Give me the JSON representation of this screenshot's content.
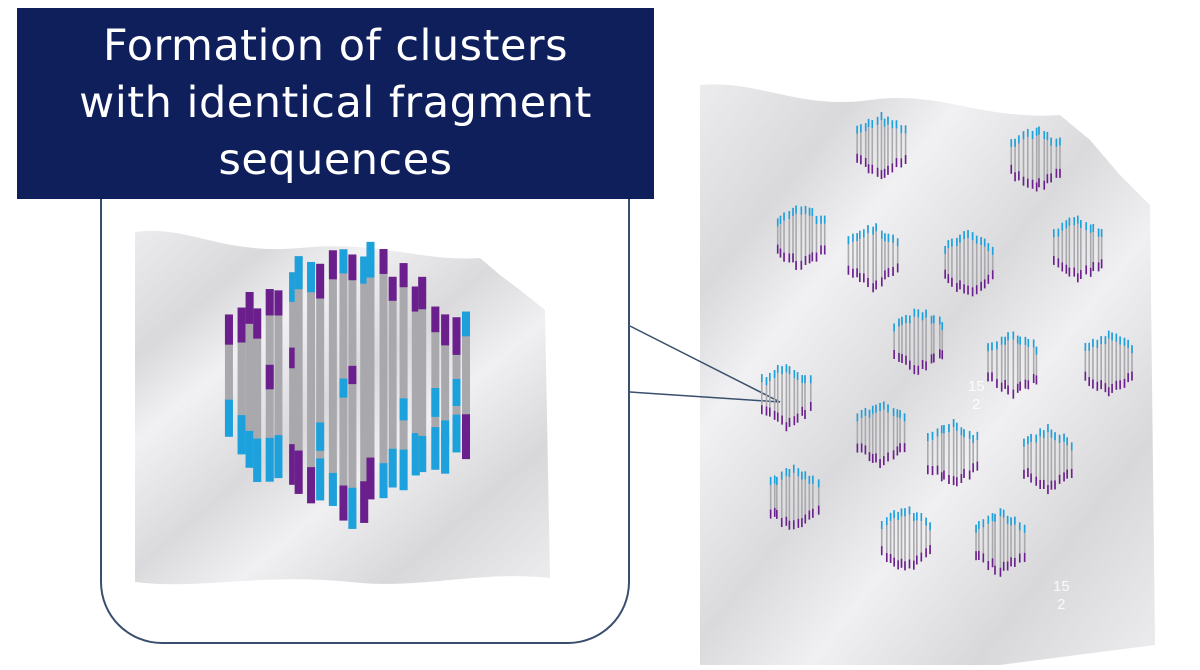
{
  "title": {
    "line1": "Formation of clusters",
    "line2": "with identical fragment",
    "line3": "sequences"
  },
  "watermarks": [
    {
      "line1": "15",
      "line2": "2"
    },
    {
      "line1": "15",
      "line2": "2"
    }
  ],
  "colors": {
    "title_bg": "#0f1f5c",
    "title_text": "#ffffff",
    "fragment_cyan": "#1da1dc",
    "fragment_purple": "#6b1f8c",
    "fragment_gray": "#a9a9ad",
    "flowcell": "#e6e6e8",
    "callout_line": "#3a4f6e"
  },
  "icons": {
    "large_cluster": "zoomed-cluster-icon",
    "small_cluster": "dna-cluster-icon"
  }
}
